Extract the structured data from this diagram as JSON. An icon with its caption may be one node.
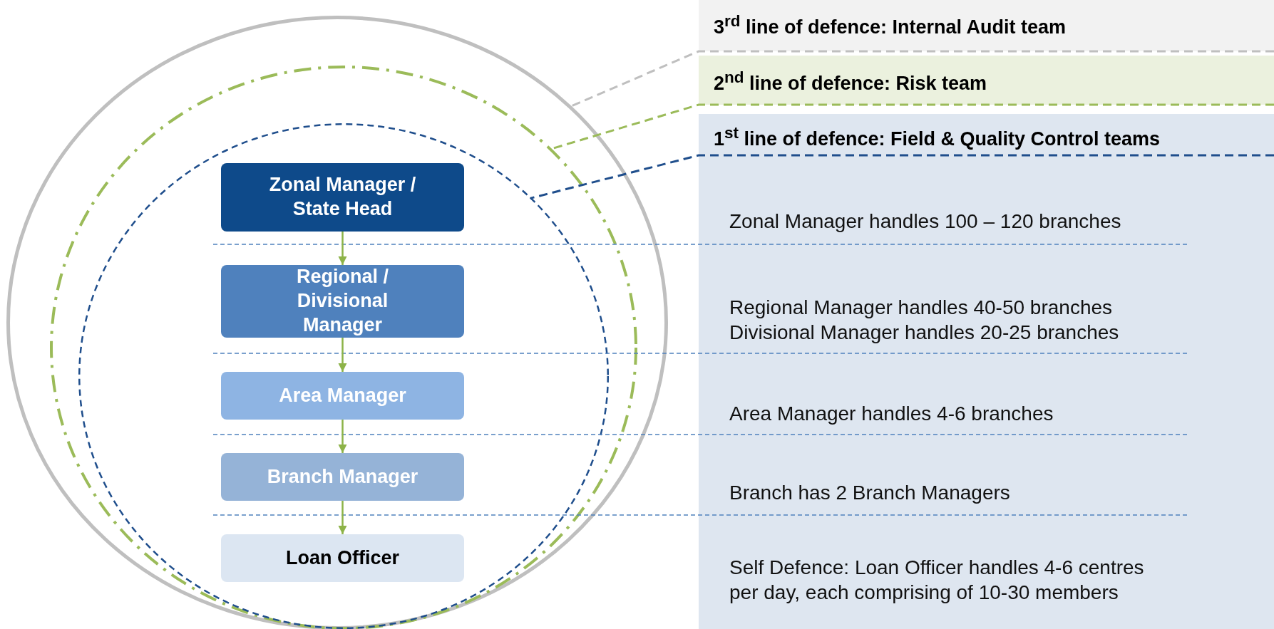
{
  "diagram": {
    "nodes": [
      {
        "text": [],
        "shape": "circle"
      },
      {
        "text": [],
        "shape": "circle",
        "in": 0
      },
      {
        "text": [],
        "shape": "circle",
        "in": 1
      },
      {
        "text": [
          "Zonal Manager / State Head"
        ],
        "in": 2
      },
      {
        "text": [
          "Regional / Divisional Manager"
        ],
        "in": 2
      },
      {
        "text": [
          "Area Manager"
        ],
        "in": 2
      },
      {
        "text": [
          "Branch Manager"
        ],
        "in": 2
      },
      {
        "text": [
          "Loan Officer"
        ],
        "in": 2
      },
      {
        "text": [
          "3$^{rd}$ line of defence: Internal Audit team"
        ]
      },
      {
        "text": [
          "2$^{nd}$ line of defence: Risk team"
        ]
      },
      {
        "text": [
          "1$^{st}$ line of defence: Field & Quality Control teams"
        ]
      }
    ],
    "edges": [
      {
        "from": 3,
        "to": 4,
        "arrow": "to"
      },
      {
        "from": 4,
        "to": 5,
        "arrow": "to"
      },
      {
        "from": 5,
        "to": 6,
        "arrow": "to"
      },
      {
        "from": 6,
        "to": 7,
        "arrow": "to"
      },
      {
        "from": 8,
        "to": 0,
        "arrow": "none",
        "style": "dashed",
        "color": "#bfbfbf"
      },
      {
        "from": 9,
        "to": 1,
        "arrow": "none",
        "style": "dashed",
        "color": "#9bbb59"
      },
      {
        "from": 10,
        "to": 2,
        "arrow": "none",
        "style": "dashed",
        "color": "#1f4e8c"
      }
    ],
    "labels": [
      "Zonal Manager handles 100 – 120 branches",
      "Regional Manager handles 40-50 branches",
      "Divisional Manager handles 20-25 branches",
      "Area Manager handles 4-6 branches",
      "Branch has 2 Branch Managers",
      "Self Defence: Loan Officer handles 4-6 centres per day, each comprising of 10-30 members"
    ]
  }
}
